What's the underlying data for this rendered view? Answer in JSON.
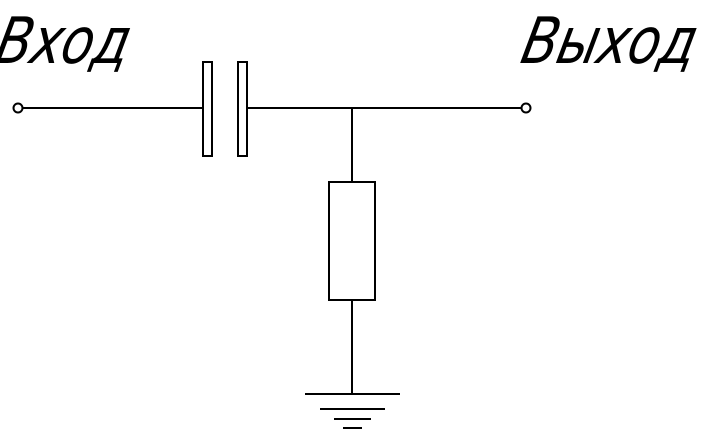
{
  "labels": {
    "input": "Вход",
    "output": "Выход"
  },
  "colors": {
    "line": "#000000",
    "background": "#ffffff"
  },
  "components": {
    "capacitor": "capacitor-symbol",
    "resistor": "resistor-symbol",
    "ground": "ground-symbol",
    "input_terminal": "terminal-circle",
    "output_terminal": "terminal-circle"
  }
}
